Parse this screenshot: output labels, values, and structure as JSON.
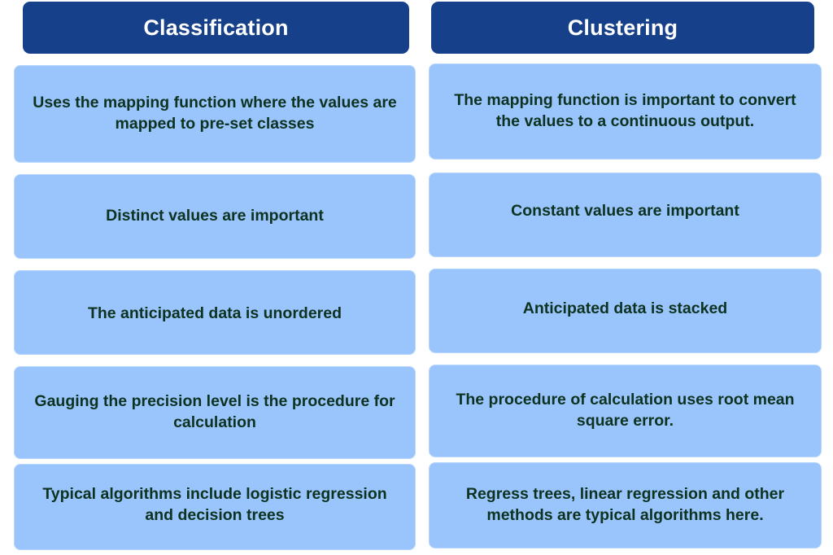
{
  "theme": {
    "header_bg": "#16418a",
    "header_text": "#ffffff",
    "cell_bg": "#9ac4fc",
    "cell_border": "#b9d6fd",
    "cell_text": "#0d3320",
    "page_bg": "#ffffff"
  },
  "columns": [
    {
      "header": "Classification",
      "cells": [
        "Uses the mapping function where the values are mapped to pre-set classes",
        "Distinct values are important",
        "The anticipated data is unordered",
        "Gauging the precision level is the procedure for calculation",
        "Typical algorithms include logistic regression and decision trees"
      ]
    },
    {
      "header": "Clustering",
      "cells": [
        "The mapping function is important to convert the values to a continuous output.",
        "Constant values are important",
        "Anticipated data is stacked",
        "The procedure of calculation uses root mean square error.",
        "Regress trees, linear regression and other methods are typical algorithms here."
      ]
    }
  ]
}
